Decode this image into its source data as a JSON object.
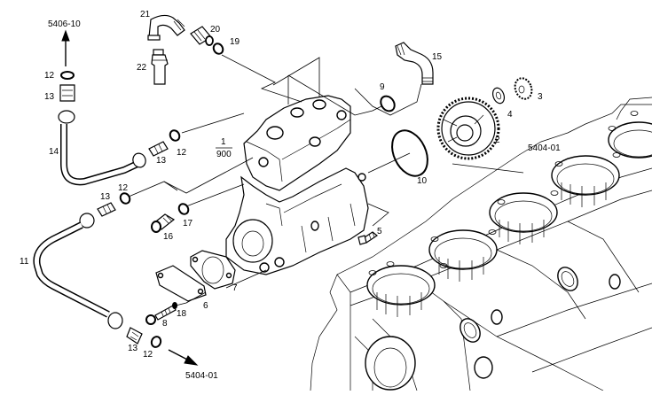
{
  "diagram": {
    "title_fraction": {
      "numerator": "1",
      "denominator": "900"
    },
    "references": {
      "top_left": "5406-10",
      "bottom": "5404-01",
      "block": "5404-01"
    },
    "callouts": {
      "n2": "2",
      "n3": "3",
      "n4": "4",
      "n5": "5",
      "n6": "6",
      "n7": "7",
      "n8": "8",
      "n9": "9",
      "n10": "10",
      "n11": "11",
      "n12a": "12",
      "n12b": "12",
      "n12c": "12",
      "n12d": "12",
      "n13a": "13",
      "n13b": "13",
      "n13c": "13",
      "n13d": "13",
      "n14": "14",
      "n15": "15",
      "n16": "16",
      "n17": "17",
      "n18": "18",
      "n19": "19",
      "n20": "20",
      "n21": "21",
      "n22": "22"
    }
  }
}
